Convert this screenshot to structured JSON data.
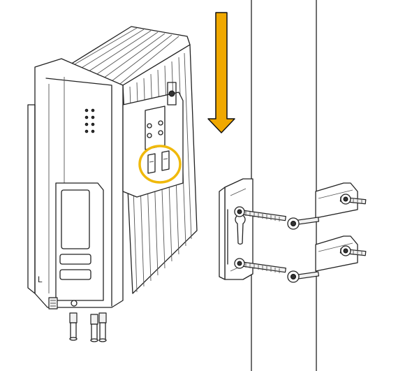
{
  "figure": {
    "device_side_mark": "L",
    "colors": {
      "arrow": "#F0A800",
      "arrow_outline": "#111111",
      "highlight_circle": "#F0B90B",
      "line": "#222222",
      "background": "#FFFFFF"
    },
    "arrow_direction": "down",
    "icons": [
      "down-arrow-icon",
      "highlight-circle"
    ]
  }
}
